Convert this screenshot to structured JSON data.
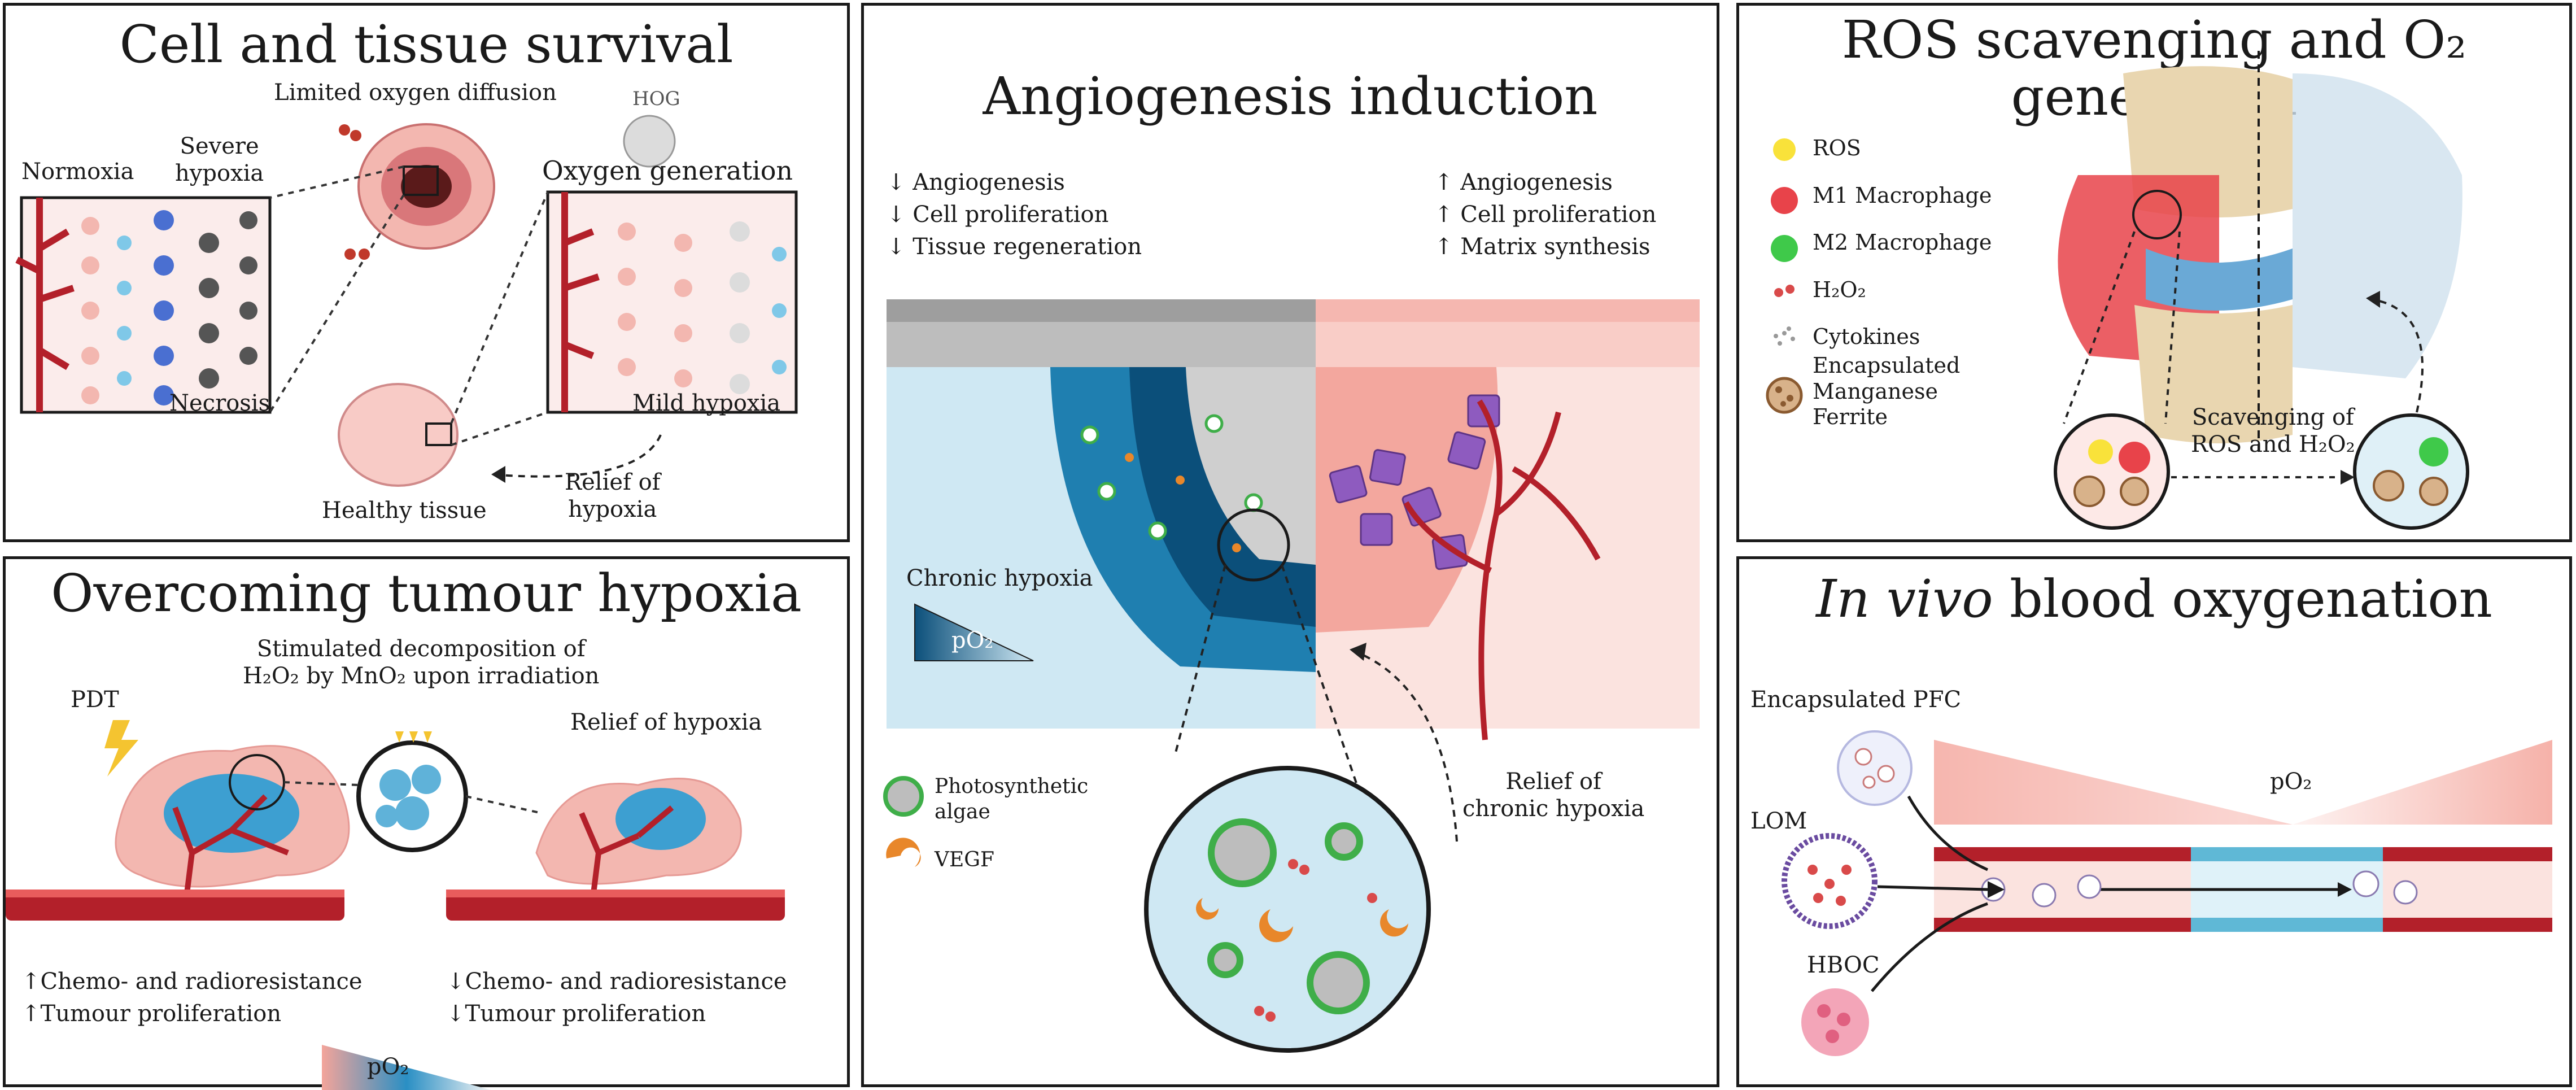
{
  "panels": {
    "cell": {
      "title": "Cell and tissue survival",
      "limited_oxygen": "Limited oxygen diffusion",
      "hog": "HOG",
      "normoxia": "Normoxia",
      "severe": "Severe",
      "hypoxia": "hypoxia",
      "oxygen_generation": "Oxygen generation",
      "necrosis": "Necrosis",
      "mild_hypoxia": "Mild hypoxia",
      "healthy_tissue": "Healthy tissue",
      "relief_1": "Relief of",
      "relief_2": "hypoxia"
    },
    "tumour": {
      "title": "Overcoming tumour hypoxia",
      "pdt": "PDT",
      "stimulated_1": "Stimulated decomposition of",
      "stimulated_2": "H₂O₂ by MnO₂ upon irradiation",
      "relief": "Relief of hypoxia",
      "left_list": [
        "↑Chemo- and radioresistance",
        "↑Tumour proliferation"
      ],
      "right_list": [
        "↓Chemo- and radioresistance",
        "↓Tumour proliferation"
      ],
      "po2": "pO₂"
    },
    "angio": {
      "title": "Angiogenesis induction",
      "left_list": [
        "↓ Angiogenesis",
        "↓ Cell proliferation",
        "↓ Tissue regeneration"
      ],
      "right_list": [
        "↑ Angiogenesis",
        "↑ Cell proliferation",
        "↑ Matrix synthesis"
      ],
      "chronic_hypoxia": "Chronic hypoxia",
      "po2": "pO₂",
      "legend_algae_1": "Photosynthetic",
      "legend_algae_2": "algae",
      "legend_vegf": "VEGF",
      "relief_1": "Relief of",
      "relief_2": "chronic hypoxia"
    },
    "ros": {
      "title": "ROS scavenging and O₂ generation",
      "legend": [
        "ROS",
        "M1 Macrophage",
        "M2 Macrophage",
        "H₂O₂",
        "Cytokines"
      ],
      "encaps_1": "Encapsulated",
      "encaps_2": "Manganese",
      "encaps_3": "Ferrite",
      "scav_1": "Scavenging of",
      "scav_2": "ROS and H₂O₂"
    },
    "blood": {
      "title_italic": "In vivo",
      "title_rest": " blood oxygenation",
      "pfc": "Encapsulated PFC",
      "lom": "LOM",
      "hboc": "HBOC",
      "po2": "pO₂"
    }
  },
  "colors": {
    "tissue_pink": "#f3b7b0",
    "vessel_red": "#b3202a",
    "hypoxia_blue": "#1f7fb0",
    "light_blue": "#cfe8f3",
    "border": "#1a1a1a"
  }
}
